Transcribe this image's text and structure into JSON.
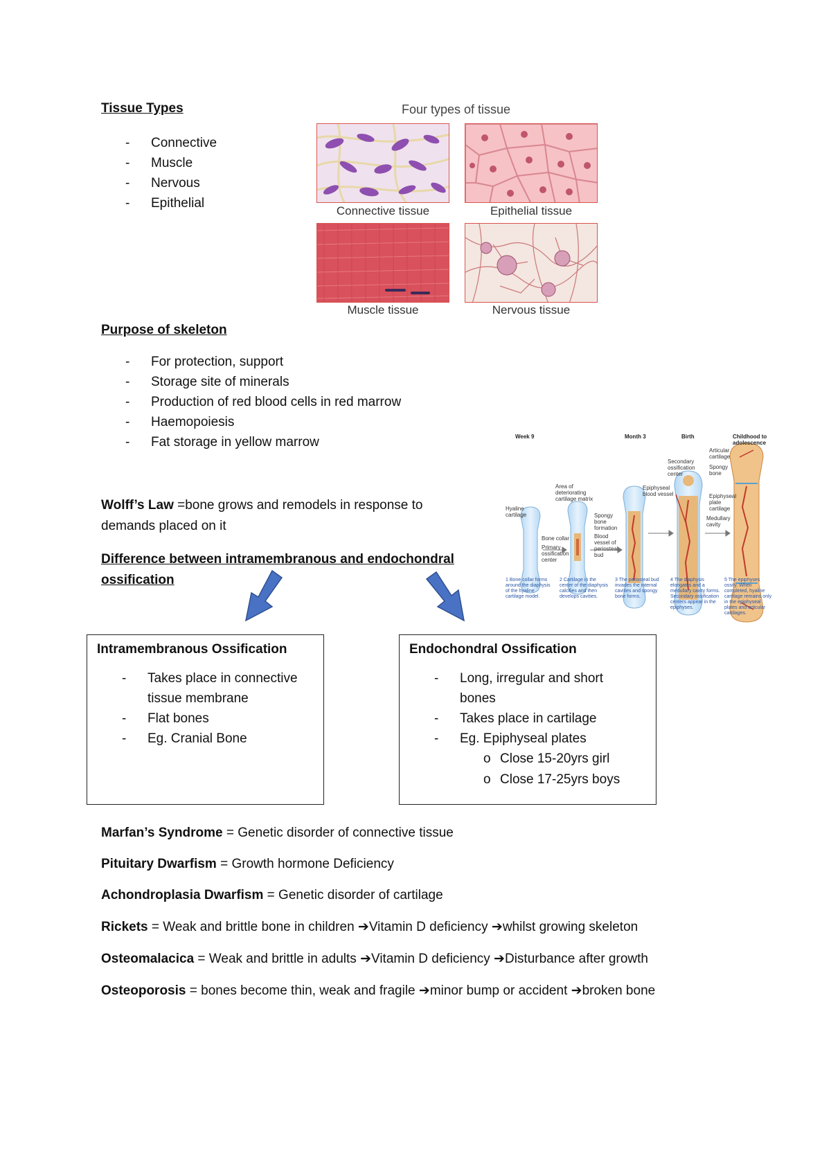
{
  "tissue_types": {
    "heading": "Tissue Types",
    "items": [
      "Connective",
      "Muscle",
      "Nervous",
      "Epithelial"
    ]
  },
  "tissue_figure": {
    "title": "Four types of tissue",
    "labels": {
      "connective": "Connective tissue",
      "epithelial": "Epithelial tissue",
      "muscle": "Muscle tissue",
      "nervous": "Nervous tissue"
    }
  },
  "skeleton": {
    "heading": "Purpose of skeleton",
    "items": [
      "For protection, support",
      "Storage site of minerals",
      "Production of red blood cells in red marrow",
      "Haemopoiesis",
      "Fat storage in yellow marrow"
    ]
  },
  "wolff": {
    "term": "Wolff’s Law",
    "line1_rest": " =bone grows and remodels in response to",
    "line2": "demands placed on it"
  },
  "difference": {
    "line1": "Difference between intramembranous and endochondral",
    "line2": "ossification"
  },
  "intramembranous": {
    "title": "Intramembranous Ossification",
    "items": [
      "Takes place in connective tissue membrane",
      "Flat bones",
      "Eg. Cranial Bone"
    ]
  },
  "endochondral": {
    "title": "Endochondral Ossification",
    "items": [
      "Long, irregular and short bones",
      "Takes place in cartilage",
      "Eg. Epiphyseal plates"
    ],
    "subitems": [
      "Close 15-20yrs girl",
      "Close 17-25yrs boys"
    ]
  },
  "definitions": [
    {
      "term": "Marfan’s Syndrome",
      "text": " = Genetic disorder of connective tissue"
    },
    {
      "term": "Pituitary Dwarfism",
      "text": " = Growth hormone Deficiency"
    },
    {
      "term": "Achondroplasia Dwarfism",
      "text": " = Genetic disorder of cartilage"
    },
    {
      "term": "Rickets",
      "text": " = Weak and brittle bone in children ",
      "a": "Vitamin D deficiency ",
      "b": "whilst growing skeleton"
    },
    {
      "term": "Osteomalacica",
      "text": " = Weak and brittle in adults ",
      "a": "Vitamin D deficiency ",
      "b": "Disturbance after growth"
    },
    {
      "term": "Osteoporosis",
      "text": " = bones become thin, weak and fragile ",
      "a": "minor bump or accident ",
      "b": "broken bone"
    }
  ],
  "arrow_glyph": "➔",
  "ossification_figure": {
    "stages": [
      "Week 9",
      "Month 3",
      "Birth",
      "Childhood to adolescence"
    ],
    "labels": {
      "hyaline": "Hyaline cartilage",
      "area": "Area of deteriorating cartilage matrix",
      "collar": "Bone collar",
      "primary": "Primary ossification center",
      "spongy_form": "Spongy bone formation",
      "blood_vessel": "Blood vessel of periosteal bud",
      "epi_vessel": "Epiphyseal blood vessel",
      "secondary": "Secondary ossification center",
      "articular": "Articular cartilage",
      "spongy": "Spongy bone",
      "plate": "Epiphyseal plate cartilage",
      "medullary": "Medullary cavity"
    },
    "captions": [
      "1 Bone collar forms around the diaphysis of the hyaline cartilage model.",
      "2 Cartilage in the center of the diaphysis calcifies and then develops cavities.",
      "3 The periosteal bud invades the internal cavities and spongy bone forms.",
      "4 The diaphysis elongates and a medullary cavity forms. Secondary ossification centers appear in the epiphyses.",
      "5 The epiphyses ossify. When completed, hyaline cartilage remains only in the epiphyseal plates and articular cartilages."
    ]
  }
}
